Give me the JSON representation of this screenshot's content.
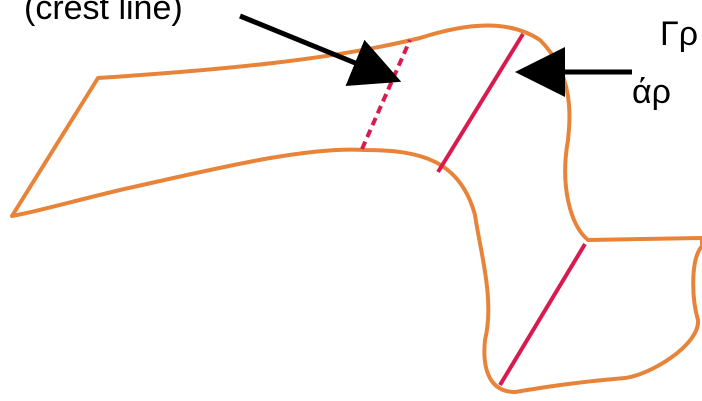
{
  "labels": {
    "crest_line": "(crest line)",
    "right_top": "Γρ",
    "right_bottom": "άρ"
  },
  "colors": {
    "outline": "#E8833A",
    "hinge_line": "#D81B4E",
    "arrow": "#000000",
    "text": "#000000",
    "background": "#FFFFFF"
  }
}
